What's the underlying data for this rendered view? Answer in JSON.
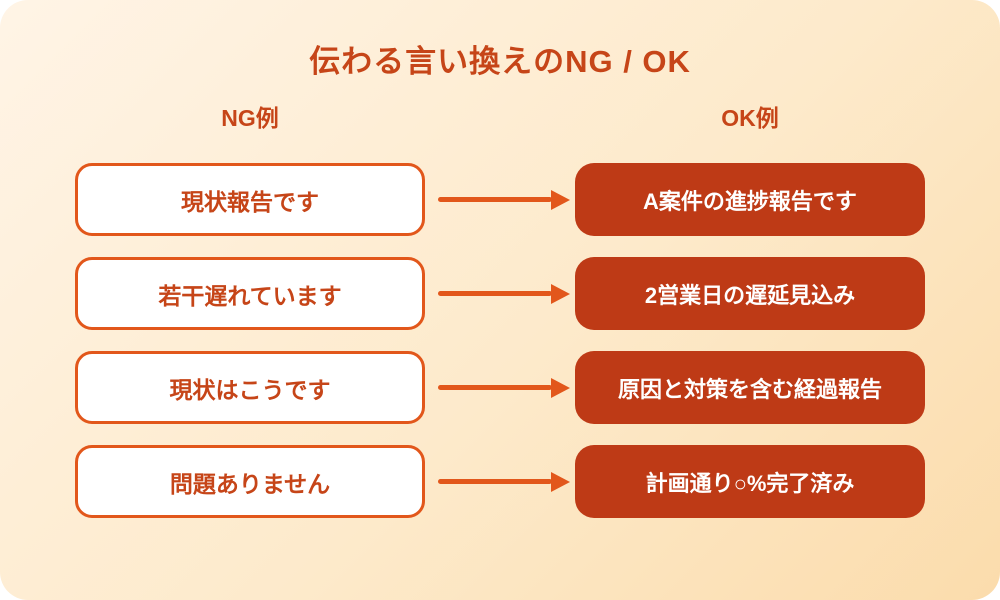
{
  "title": "伝わる言い換えのNG / OK",
  "columns": {
    "ng_header": "NG例",
    "ok_header": "OK例"
  },
  "rows": [
    {
      "ng": "現状報告です",
      "ok": "A案件の進捗報告です"
    },
    {
      "ng": "若干遅れています",
      "ok": "2営業日の遅延見込み"
    },
    {
      "ng": "現状はこうです",
      "ok": "原因と対策を含む経過報告"
    },
    {
      "ng": "問題ありません",
      "ok": "計画通り○%完了済み"
    }
  ],
  "icons": {
    "arrow": "arrow-right-icon"
  },
  "colors": {
    "bg-start": "#FFF4E6",
    "bg-mid": "#FDEACB",
    "bg-end": "#FBDCAC",
    "accent-orange": "#E2571B",
    "deep-red": "#BE3A16",
    "text-red": "#C64518",
    "box-white": "#FFFFFF"
  }
}
